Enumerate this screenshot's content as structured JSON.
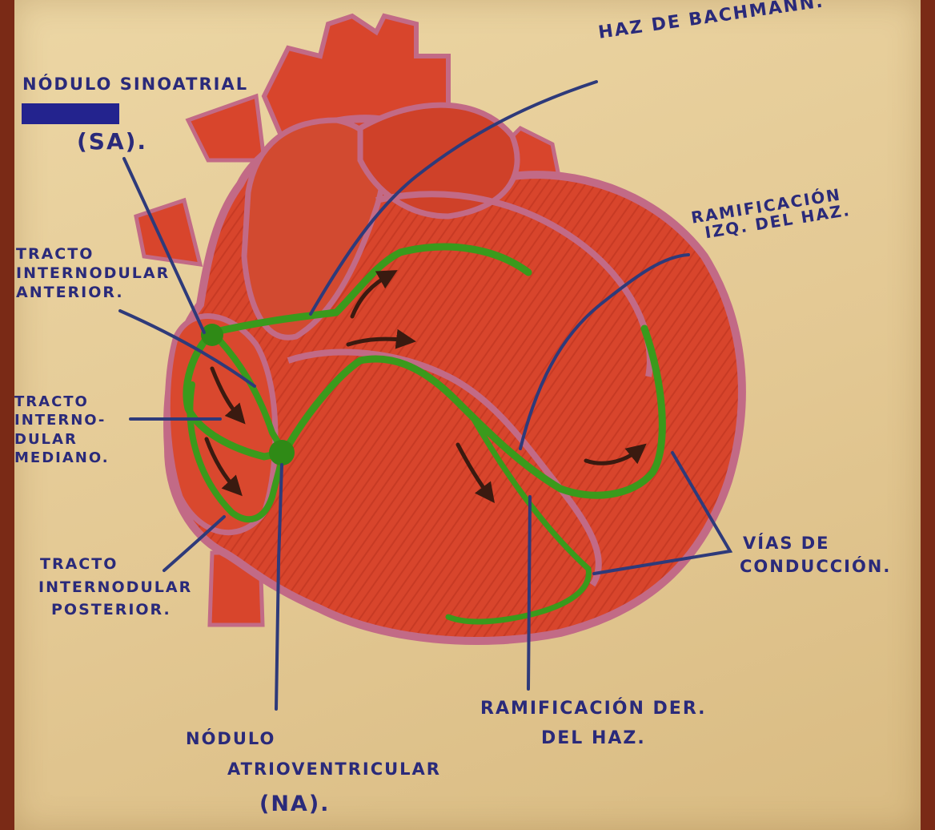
{
  "diagram": {
    "labels": {
      "nodulo_sinoatrial": {
        "line1": "Nódulo sinoatrial",
        "line2": "(SA)."
      },
      "haz_bachmann": "Haz de Bachmann.",
      "ramificacion_izq": {
        "line1": "Ramificación",
        "line2": "Izq. del haz."
      },
      "tracto_anterior": {
        "line1": "Tracto",
        "line2": "internodular",
        "line3": "anterior."
      },
      "tracto_mediano": {
        "line1": "Tracto",
        "line2": "interno-",
        "line3": "dular",
        "line4": "mediano."
      },
      "tracto_posterior": {
        "line1": "Tracto",
        "line2": "internodular",
        "line3": "posterior."
      },
      "vias_conduccion": {
        "line1": "Vías de",
        "line2": "conducción."
      },
      "ramificacion_der": {
        "line1": "Ramificación der.",
        "line2": "del haz."
      },
      "nodulo_av": {
        "line1": "Nódulo",
        "line2": "atrioventricular",
        "line3": "(NA)."
      }
    },
    "colors": {
      "paper": "#e6cc98",
      "heart_red": "#d8452c",
      "heart_dark": "#b3301c",
      "outline_pink": "#c26a86",
      "conduction_green": "#3a9a1c",
      "ink_blue": "#2a2a7a",
      "highlight_bar": "#23238e"
    }
  }
}
